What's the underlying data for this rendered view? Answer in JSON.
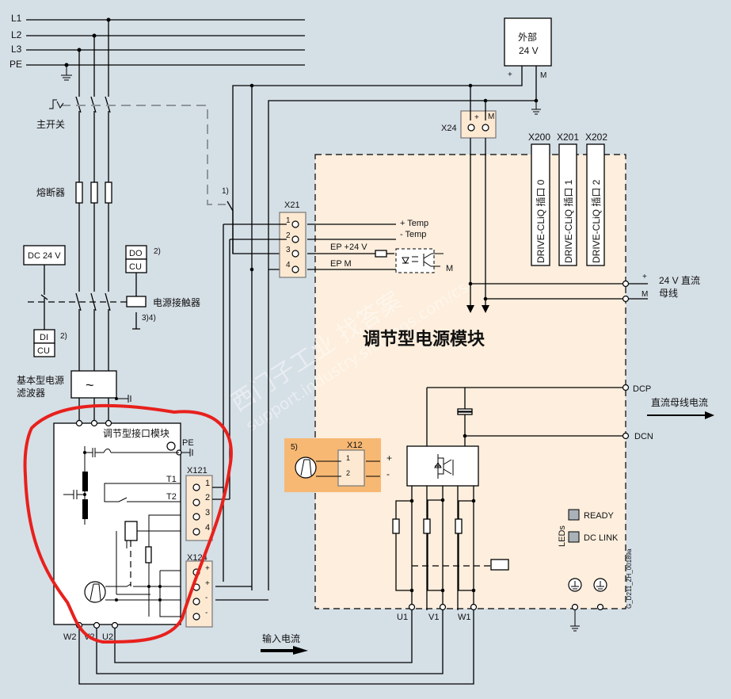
{
  "lines": {
    "phase_labels": [
      "L1",
      "L2",
      "L3",
      "PE"
    ]
  },
  "labels": {
    "main_switch": "主开关",
    "fuses": "熔断器",
    "dc24v_box": "DC 24 V",
    "do_label": "DO",
    "cu_label": "CU",
    "di_label": "DI",
    "footnote_2": "2)",
    "footnote_2b": "2)",
    "footnote_1": "1)",
    "footnote_34": "3)4)",
    "footnote_5": "5)",
    "line_contactor": "电源接触器",
    "basic_filter_line1": "基本型电源",
    "basic_filter_line2": "滤波器",
    "filter_symbol": "~",
    "external_24v_line1": "外部",
    "external_24v_line2": "24 V",
    "ext_plus": "+",
    "ext_m": "M"
  },
  "x24": {
    "name": "X24",
    "plus": "+",
    "m": "M"
  },
  "drive_cliq": {
    "ports": [
      {
        "connector": "X200",
        "label": "DRIVE-CLiQ 插口  0"
      },
      {
        "connector": "X201",
        "label": "DRIVE-CLiQ 插口  1"
      },
      {
        "connector": "X202",
        "label": "DRIVE-CLiQ 插口  2"
      }
    ]
  },
  "x21": {
    "name": "X21",
    "pins": [
      "1",
      "2",
      "3",
      "4"
    ],
    "signals": [
      "+ Temp",
      "-  Temp",
      "EP +24 V",
      "EP M"
    ],
    "opto_m": "M"
  },
  "dc24_bus": {
    "plus": "+",
    "m": "M",
    "label_line1": "24 V 直流",
    "label_line2": "母线"
  },
  "module": {
    "title": "调节型电源模块",
    "dcp": "DCP",
    "dcn": "DCN",
    "dc_bus_current": "直流母线电流",
    "leds_caption": "LEDs",
    "led_ready": "READY",
    "led_dc_link": "DC LINK",
    "led_color": "#a9b2b8",
    "outputs": [
      "U1",
      "V1",
      "W1"
    ],
    "drawing_id": "G_D211_ZH_00189a"
  },
  "x12": {
    "name": "X12",
    "pins": [
      "1",
      "2"
    ],
    "signs": [
      "+",
      "-"
    ],
    "bg_color": "#f7b874"
  },
  "interface_module": {
    "title": "调节型接口模块",
    "pe": "PE",
    "t1": "T1",
    "t2": "T2",
    "x121": "X121",
    "x121_pins": [
      "1",
      "2",
      "3",
      "4"
    ],
    "x124": "X124",
    "x124_pins": [
      "+",
      "+",
      "-",
      "-"
    ],
    "bottom_terminals": [
      "W2",
      "V2",
      "U2"
    ]
  },
  "input_current": "输入电流",
  "annotation": {
    "highlight_color": "#e8201c"
  },
  "watermark": {
    "cn": "西门子工业 找答案",
    "url": "support.industry.siemens.com/cs"
  }
}
